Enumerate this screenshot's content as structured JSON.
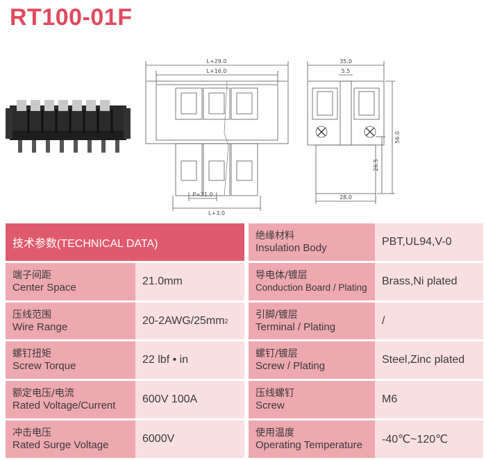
{
  "title": "RT100-01F",
  "drawing": {
    "front_dims": [
      "L+29.0",
      "L+16.0",
      "P=21.0",
      "L+3.0"
    ],
    "side_dims": [
      "35.0",
      "5.5",
      "56.0",
      "26.5",
      "28.0"
    ]
  },
  "table": {
    "header": "技术参数(TECHNICAL DATA)",
    "left": [
      {
        "zh": "端子间距",
        "en": "Center Space",
        "value": "21.0mm"
      },
      {
        "zh": "压线范围",
        "en": "Wire Range",
        "value": "20-2AWG/25mm",
        "sup": "2"
      },
      {
        "zh": "螺钉扭矩",
        "en": "Screw Torque",
        "value": "22 lbf • in"
      },
      {
        "zh": "额定电压/电流",
        "en": "Rated Voltage/Current",
        "value": "600V 100A"
      },
      {
        "zh": "冲击电压",
        "en": "Rated Surge Voltage",
        "value": "6000V"
      }
    ],
    "right": [
      {
        "zh": "绝缘材料",
        "en": "Insulation Body",
        "value": "PBT,UL94,V-0"
      },
      {
        "zh": "导电体/镀层",
        "en": "Conduction Board / Plating",
        "value": "Brass,Ni plated"
      },
      {
        "zh": "引脚/镀层",
        "en": "Terminal / Plating",
        "value": "/"
      },
      {
        "zh": "螺钉/镀层",
        "en": "Screw / Plating",
        "value": "Steel,Zinc plated"
      },
      {
        "zh": "压线螺钉",
        "en": "Screw",
        "value": "M6"
      },
      {
        "zh": "使用温度",
        "en": "Operating Temperature",
        "value": "-40℃~120℃"
      }
    ]
  }
}
